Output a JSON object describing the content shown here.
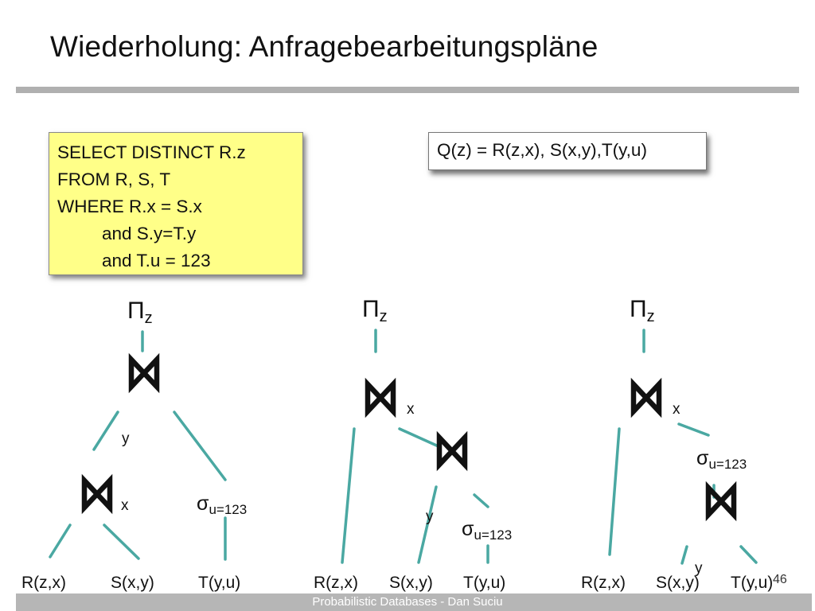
{
  "slide": {
    "title": "Wiederholung: Anfragebearbeitungspläne",
    "sql_lines": [
      "SELECT DISTINCT R.z",
      "FROM R, S, T",
      "WHERE R.x = S.x",
      "and S.y=T.y",
      "and T.u = 123"
    ],
    "query": "Q(z) = R(z,x), S(x,y),T(y,u)",
    "footer": "Probabilistic Databases - Dan Suciu",
    "page_number": "46"
  },
  "symbols": {
    "projection": "Π",
    "projection_sub": "z",
    "selection": "σ",
    "selection_sub": "u=123"
  },
  "plans": [
    {
      "leaves": [
        "R(z,x)",
        "S(x,y)",
        "T(y,u)"
      ],
      "join_labels": [
        "x",
        "y"
      ]
    },
    {
      "leaves": [
        "R(z,x)",
        "S(x,y)",
        "T(y,u)"
      ],
      "join_labels": [
        "x",
        "y"
      ]
    },
    {
      "leaves": [
        "R(z,x)",
        "S(x,y)",
        "T(y,u)"
      ],
      "join_labels": [
        "x",
        "y"
      ]
    }
  ],
  "colors": {
    "sql_box_fill": "#ffff88",
    "rule_gray": "#b0b0b0",
    "footer_gray": "#b6b6b6",
    "edge_teal": "#4aa8a2"
  }
}
